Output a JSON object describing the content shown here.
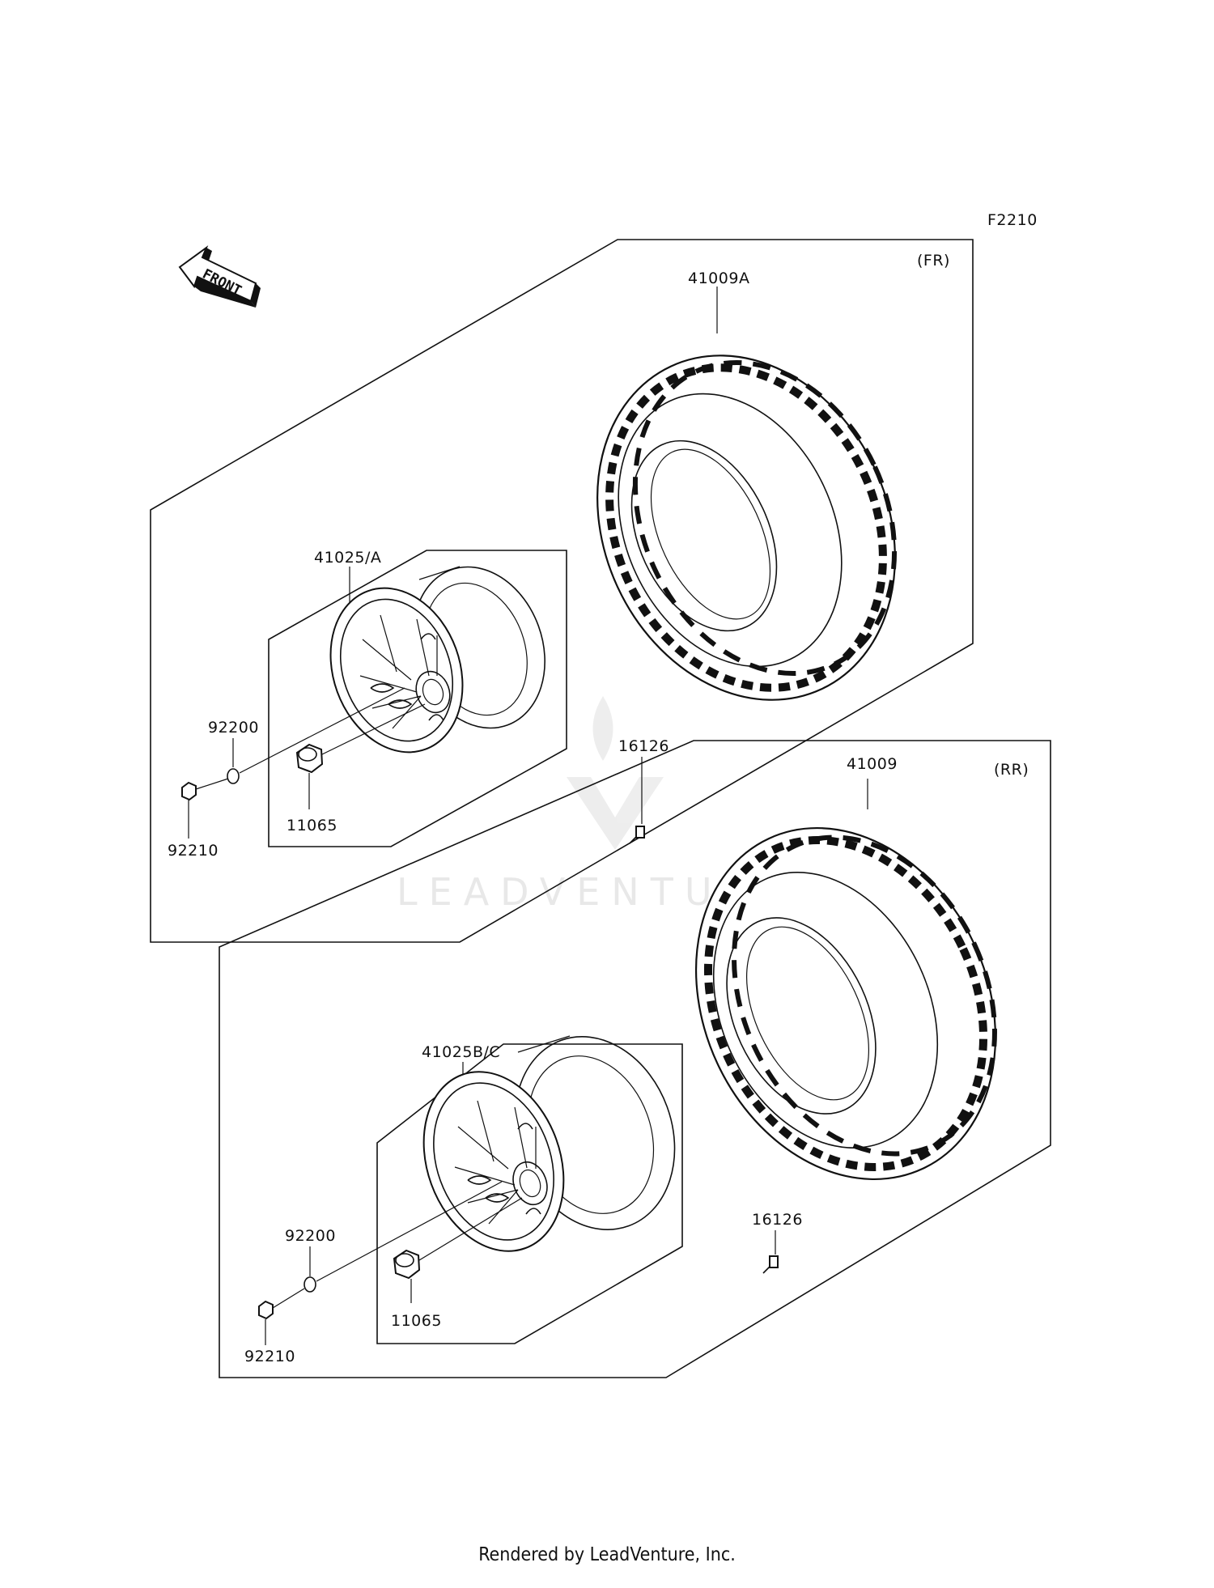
{
  "diagram": {
    "code": "F2210",
    "front_arrow_label": "FRONT",
    "front_group_label": "(FR)",
    "rear_group_label": "(RR)",
    "watermark": "LEADVENTURE",
    "parts": {
      "front_tire": "41009A",
      "front_wheel": "41025/A",
      "front_washer": "92200",
      "front_nut": "92210",
      "front_cap": "11065",
      "front_valve": "16126",
      "rear_tire": "41009",
      "rear_wheel": "41025B/C",
      "rear_washer": "92200",
      "rear_nut": "92210",
      "rear_cap": "11065",
      "rear_valve": "16126"
    }
  },
  "footer": "Rendered by LeadVenture, Inc."
}
